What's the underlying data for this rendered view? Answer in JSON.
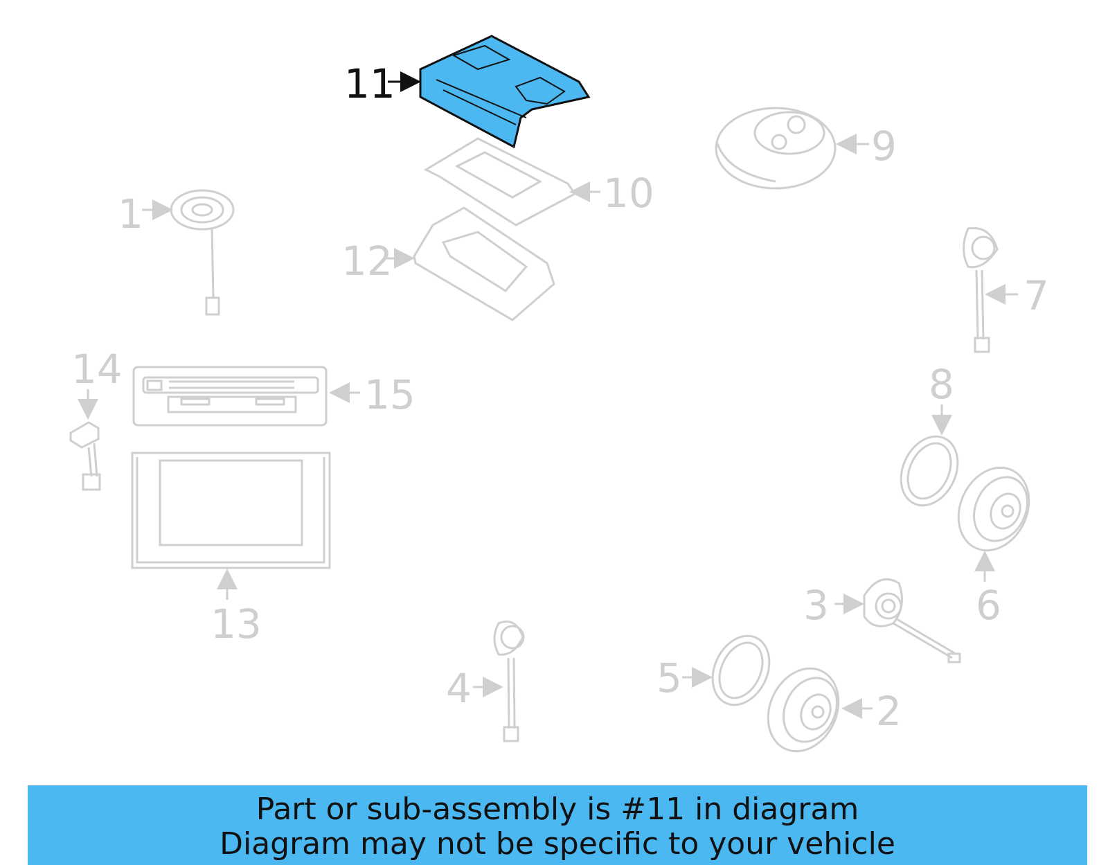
{
  "labels": {
    "p1": "1",
    "p2": "2",
    "p3": "3",
    "p4": "4",
    "p5": "5",
    "p6": "6",
    "p7": "7",
    "p8": "8",
    "p9": "9",
    "p10": "10",
    "p11": "11",
    "p12": "12",
    "p13": "13",
    "p14": "14",
    "p15": "15"
  },
  "highlighted_part": "11",
  "colors": {
    "highlight": "#4bb8f2",
    "outline_faded": "#cfcfcf",
    "outline_active": "#111111",
    "banner": "#4bb8f2"
  },
  "banner": {
    "line1": "Part or sub-assembly is #11 in diagram",
    "line2": "Diagram may not be specific to your vehicle"
  }
}
